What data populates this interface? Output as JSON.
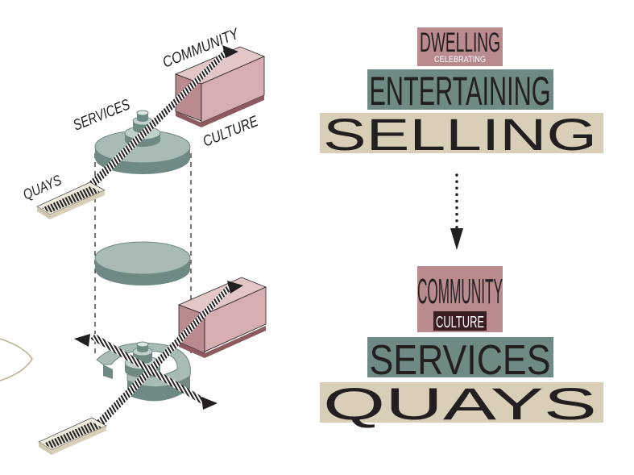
{
  "diagram": {
    "left": {
      "labels": {
        "community": "COMMUNITY",
        "services": "SERVICES",
        "quays": "QUAYS",
        "culture": "CULTURE"
      }
    },
    "right": {
      "before": {
        "dwelling": "DWELLING",
        "celebrating": "CELEBRATING",
        "entertaining": "ENTERTAINING",
        "selling": "SELLING"
      },
      "after": {
        "community": "COMMUNITY",
        "culture": "CULTURE",
        "services": "SERVICES",
        "quays": "QUAYS"
      }
    },
    "colors": {
      "mauve": "#b98a8e",
      "teal": "#6f8a85",
      "tan": "#d9cfb9",
      "dark": "#231f20"
    }
  }
}
